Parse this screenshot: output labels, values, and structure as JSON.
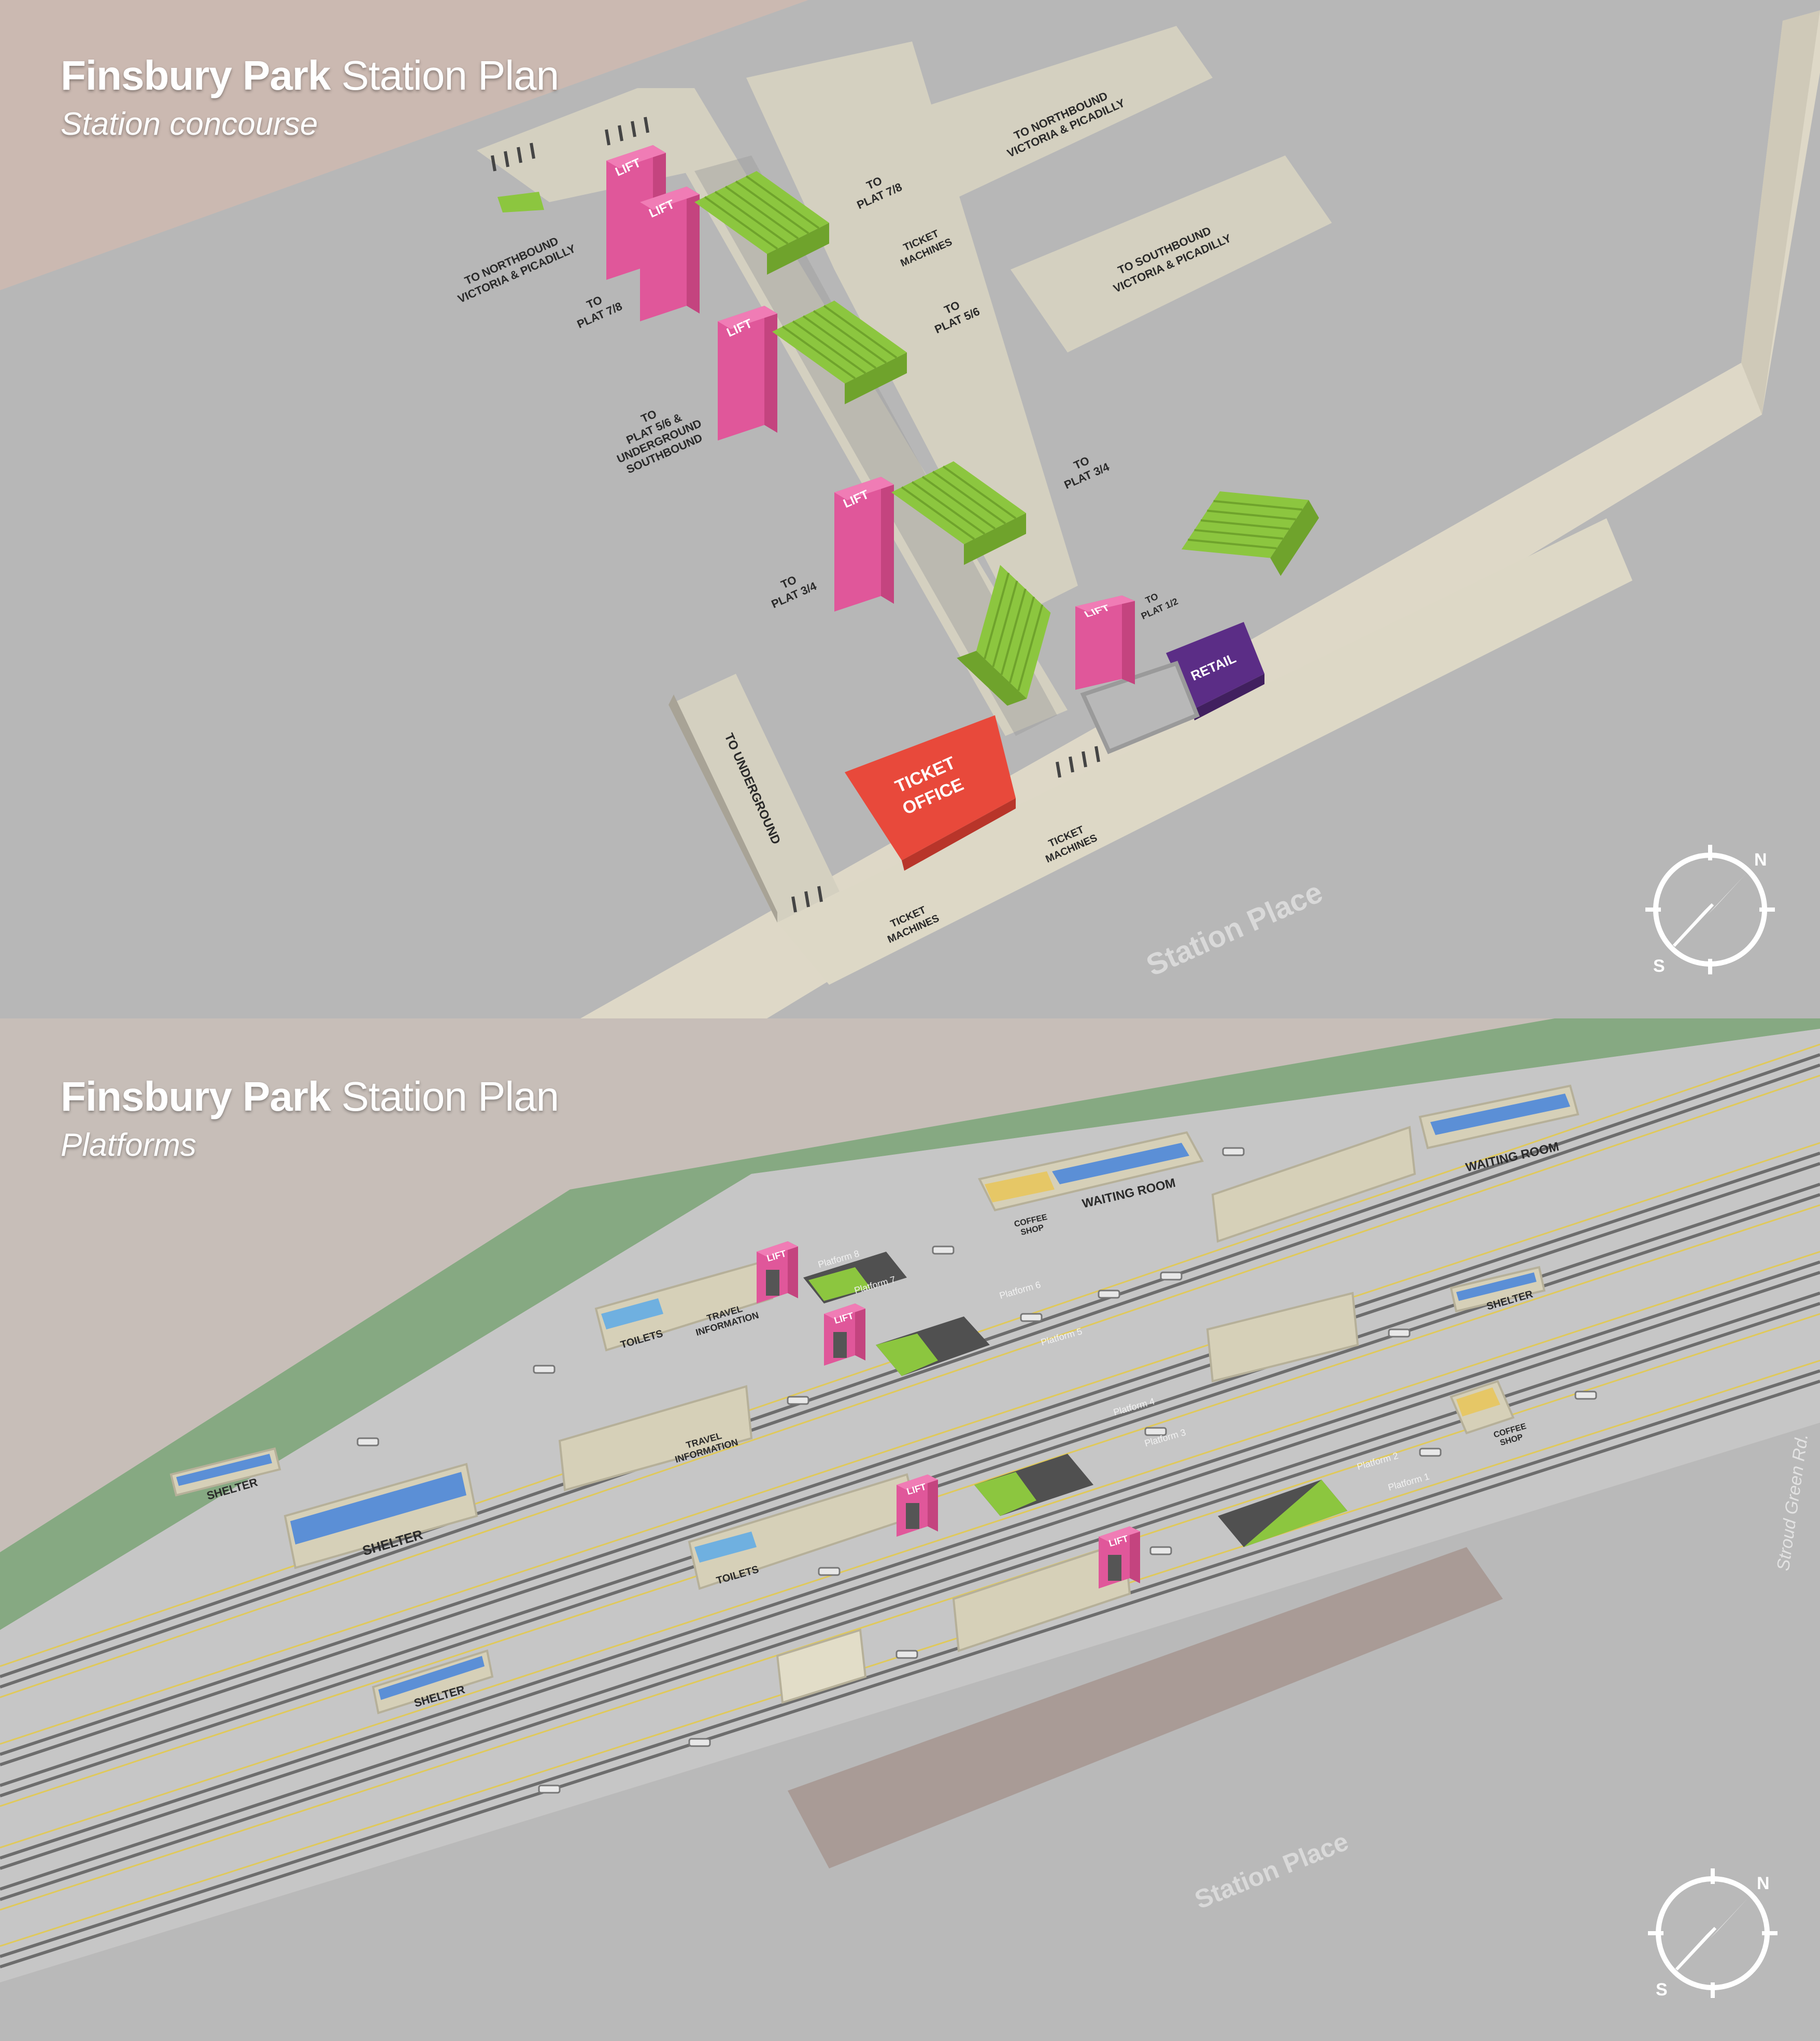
{
  "colors": {
    "lift": "#e0579a",
    "stairs": "#8cc63f",
    "ticket_office": "#e8493b",
    "retail": "#5b2d86",
    "concourse": "#d4d0c0",
    "platform": "#c9c9c9",
    "grass": "#86a982",
    "shelter_roof": "#5b8fd6",
    "coffee": "#e6c766",
    "toilets": "#6fb0e0"
  },
  "concourse_panel": {
    "title_bold": "Finsbury Park",
    "title_regular": "Station Plan",
    "subtitle": "Station concourse",
    "labels": {
      "to_northbound_top_1": "TO NORTHBOUND",
      "to_northbound_top_2": "VICTORIA & PICADILLY",
      "to_plat78_right_1": "TO",
      "to_plat78_right_2": "PLAT 7/8",
      "ticket_machines_upper_1": "TICKET",
      "ticket_machines_upper_2": "MACHINES",
      "to_southbound_1": "TO SOUTHBOUND",
      "to_southbound_2": "VICTORIA & PICADILLY",
      "to_northbound_left_1": "TO NORTHBOUND",
      "to_northbound_left_2": "VICTORIA & PICADILLY",
      "to_plat78_left_1": "TO",
      "to_plat78_left_2": "PLAT 7/8",
      "to_plat56_right_1": "TO",
      "to_plat56_right_2": "PLAT 5/6",
      "to_plat56_ug_1": "TO",
      "to_plat56_ug_2": "PLAT 5/6 &",
      "to_plat56_ug_3": "UNDERGROUND",
      "to_plat56_ug_4": "SOUTHBOUND",
      "to_plat34_right_1": "TO",
      "to_plat34_right_2": "PLAT 3/4",
      "to_plat34_left_1": "TO",
      "to_plat34_left_2": "PLAT 3/4",
      "to_plat12_1": "TO",
      "to_plat12_2": "PLAT 1/2",
      "to_underground": "TO UNDERGROUND",
      "ticket_office_1": "TICKET",
      "ticket_office_2": "OFFICE",
      "ticket_machines_mid_1": "TICKET",
      "ticket_machines_mid_2": "MACHINES",
      "ticket_machines_low_1": "TICKET",
      "ticket_machines_low_2": "MACHINES",
      "retail": "RETAIL",
      "lift": "LIFT",
      "street": "Station Place"
    },
    "compass": {
      "north": "N",
      "south": "S"
    }
  },
  "platforms_panel": {
    "title_bold": "Finsbury Park",
    "title_regular": "Station Plan",
    "subtitle": "Platforms",
    "labels": {
      "waiting_room_1": "WAITING ROOM",
      "waiting_room_2": "WAITING ROOM",
      "coffee_shop_1a": "COFFEE",
      "coffee_shop_1b": "SHOP",
      "coffee_shop_2a": "COFFEE",
      "coffee_shop_2b": "SHOP",
      "toilets_1": "TOILETS",
      "toilets_2": "TOILETS",
      "travel_info_1a": "TRAVEL",
      "travel_info_1b": "INFORMATION",
      "travel_info_2a": "TRAVEL",
      "travel_info_2b": "INFORMATION",
      "shelter_1": "SHELTER",
      "shelter_2": "SHELTER",
      "shelter_3": "SHELTER",
      "shelter_4": "SHELTER",
      "lift": "LIFT",
      "platform_8": "Platform 8",
      "platform_7": "Platform 7",
      "platform_6": "Platform 6",
      "platform_5": "Platform 5",
      "platform_4": "Platform 4",
      "platform_3": "Platform 3",
      "platform_2": "Platform 2",
      "platform_1": "Platform 1",
      "road": "Stroud Green Rd.",
      "street": "Station Place"
    },
    "compass": {
      "north": "N",
      "south": "S"
    }
  }
}
